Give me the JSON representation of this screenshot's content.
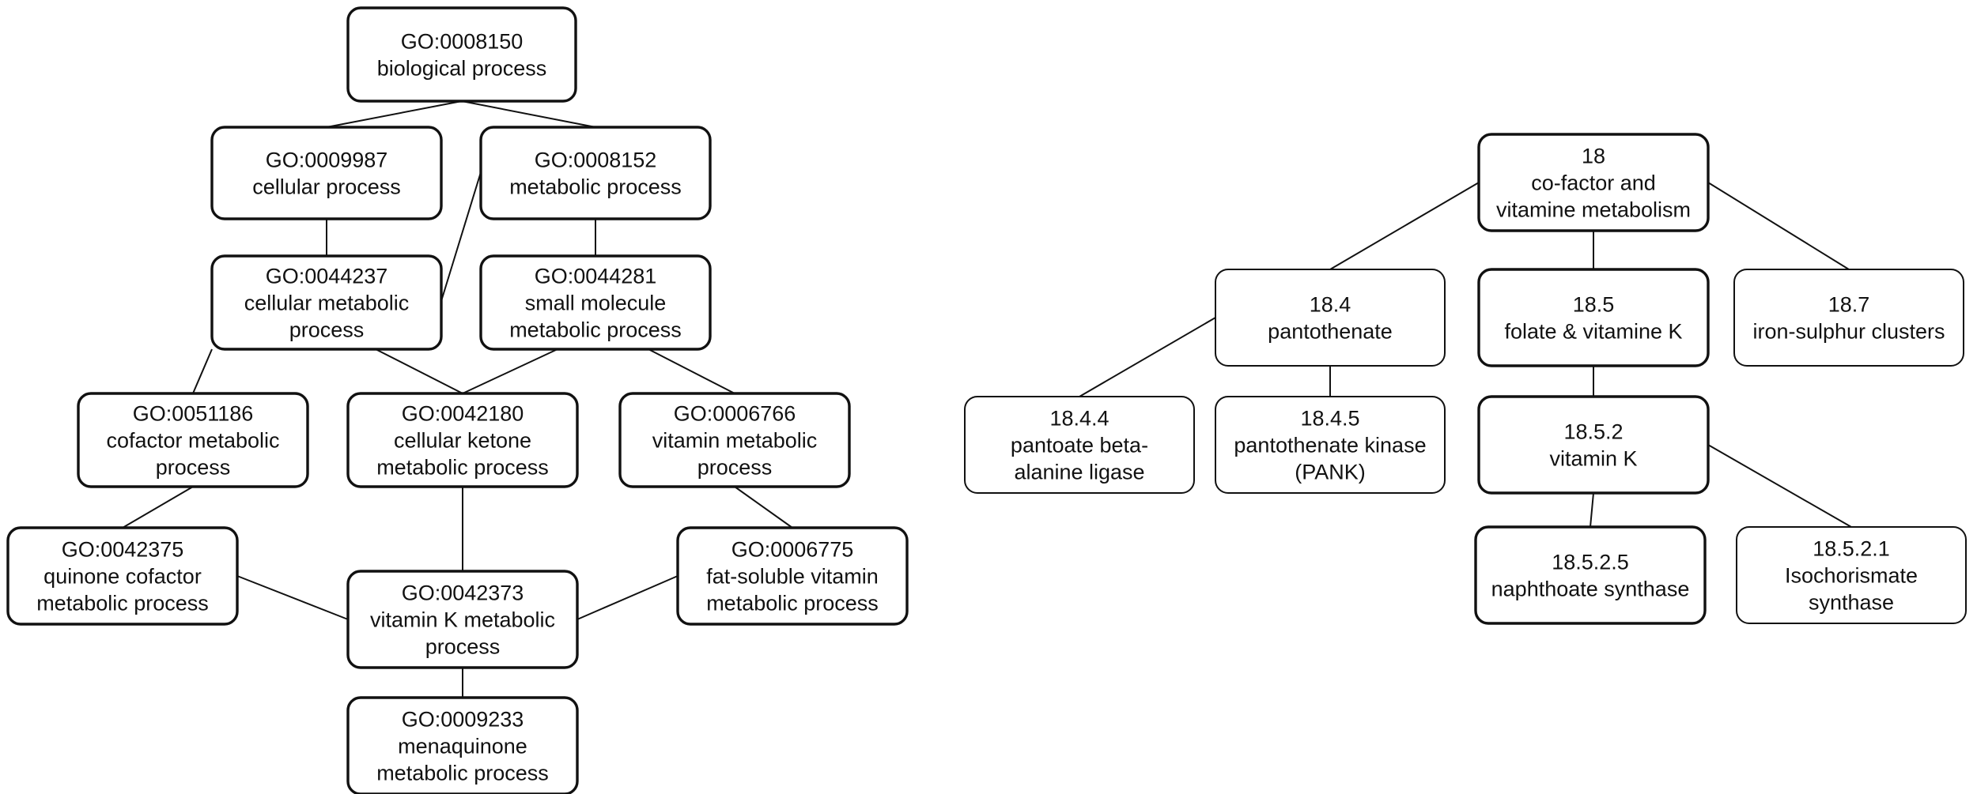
{
  "nodes": [
    {
      "id": "go8150",
      "lines": [
        "GO:0008150",
        "biological process"
      ],
      "bold": true
    },
    {
      "id": "go9987",
      "lines": [
        "GO:0009987",
        "cellular process"
      ],
      "bold": true
    },
    {
      "id": "go8152",
      "lines": [
        "GO:0008152",
        "metabolic process"
      ],
      "bold": true
    },
    {
      "id": "go44237",
      "lines": [
        "GO:0044237",
        "cellular metabolic",
        "process"
      ],
      "bold": true
    },
    {
      "id": "go44281",
      "lines": [
        "GO:0044281",
        "small molecule",
        "metabolic process"
      ],
      "bold": true
    },
    {
      "id": "go51186",
      "lines": [
        "GO:0051186",
        "cofactor metabolic",
        "process"
      ],
      "bold": true
    },
    {
      "id": "go42180",
      "lines": [
        "GO:0042180",
        "cellular ketone",
        "metabolic process"
      ],
      "bold": true
    },
    {
      "id": "go6766",
      "lines": [
        "GO:0006766",
        "vitamin metabolic",
        "process"
      ],
      "bold": true
    },
    {
      "id": "go42375",
      "lines": [
        "GO:0042375",
        "quinone cofactor",
        "metabolic process"
      ],
      "bold": true
    },
    {
      "id": "go6775",
      "lines": [
        "GO:0006775",
        "fat-soluble vitamin",
        "metabolic process"
      ],
      "bold": true
    },
    {
      "id": "go42373",
      "lines": [
        "GO:0042373",
        "vitamin K metabolic",
        "process"
      ],
      "bold": true
    },
    {
      "id": "go9233",
      "lines": [
        "GO:0009233",
        "menaquinone",
        "metabolic process"
      ],
      "bold": true
    },
    {
      "id": "f18",
      "lines": [
        "18",
        "co-factor and",
        "vitamine metabolism"
      ],
      "bold": true
    },
    {
      "id": "f18_4",
      "lines": [
        "18.4",
        "pantothenate"
      ],
      "bold": false
    },
    {
      "id": "f18_5",
      "lines": [
        "18.5",
        "folate & vitamine K"
      ],
      "bold": true
    },
    {
      "id": "f18_7",
      "lines": [
        "18.7",
        "iron-sulphur clusters"
      ],
      "bold": false
    },
    {
      "id": "f18_4_4",
      "lines": [
        "18.4.4",
        "pantoate beta-",
        "alanine ligase"
      ],
      "bold": false
    },
    {
      "id": "f18_4_5",
      "lines": [
        "18.4.5",
        "pantothenate kinase",
        "(PANK)"
      ],
      "bold": false
    },
    {
      "id": "f18_5_2",
      "lines": [
        "18.5.2",
        "vitamin K"
      ],
      "bold": true
    },
    {
      "id": "f18_5_2_5",
      "lines": [
        "18.5.2.5",
        "naphthoate synthase"
      ],
      "bold": true
    },
    {
      "id": "f18_5_2_1",
      "lines": [
        "18.5.2.1",
        "Isochorismate",
        "synthase"
      ],
      "bold": false
    }
  ],
  "edges": [
    [
      "go8150",
      "go9987"
    ],
    [
      "go8150",
      "go8152"
    ],
    [
      "go9987",
      "go44237"
    ],
    [
      "go8152",
      "go44237"
    ],
    [
      "go8152",
      "go44281"
    ],
    [
      "go44237",
      "go51186"
    ],
    [
      "go44237",
      "go42180"
    ],
    [
      "go44281",
      "go42180"
    ],
    [
      "go44281",
      "go6766"
    ],
    [
      "go51186",
      "go42375"
    ],
    [
      "go6766",
      "go6775"
    ],
    [
      "go42180",
      "go42373"
    ],
    [
      "go42375",
      "go42373"
    ],
    [
      "go6775",
      "go42373"
    ],
    [
      "go42373",
      "go9233"
    ],
    [
      "f18",
      "f18_4"
    ],
    [
      "f18",
      "f18_5"
    ],
    [
      "f18",
      "f18_7"
    ],
    [
      "f18_4",
      "f18_4_4"
    ],
    [
      "f18_4",
      "f18_4_5"
    ],
    [
      "f18_5",
      "f18_5_2"
    ],
    [
      "f18_5_2",
      "f18_5_2_5"
    ],
    [
      "f18_5_2",
      "f18_5_2_1"
    ]
  ]
}
